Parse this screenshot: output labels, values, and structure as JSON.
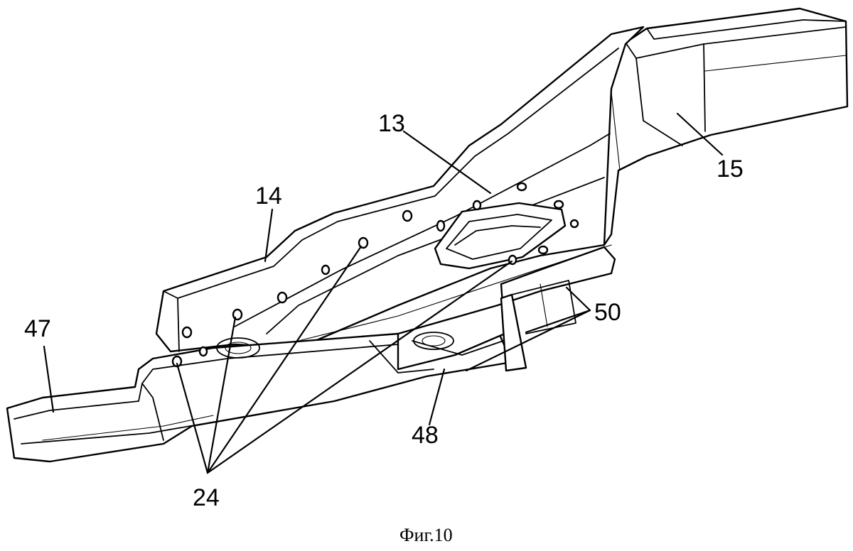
{
  "labels": {
    "ref_13": "13",
    "ref_14": "14",
    "ref_15": "15",
    "ref_24": "24",
    "ref_47": "47",
    "ref_48": "48",
    "ref_50": "50"
  },
  "caption": "Фиг.10"
}
